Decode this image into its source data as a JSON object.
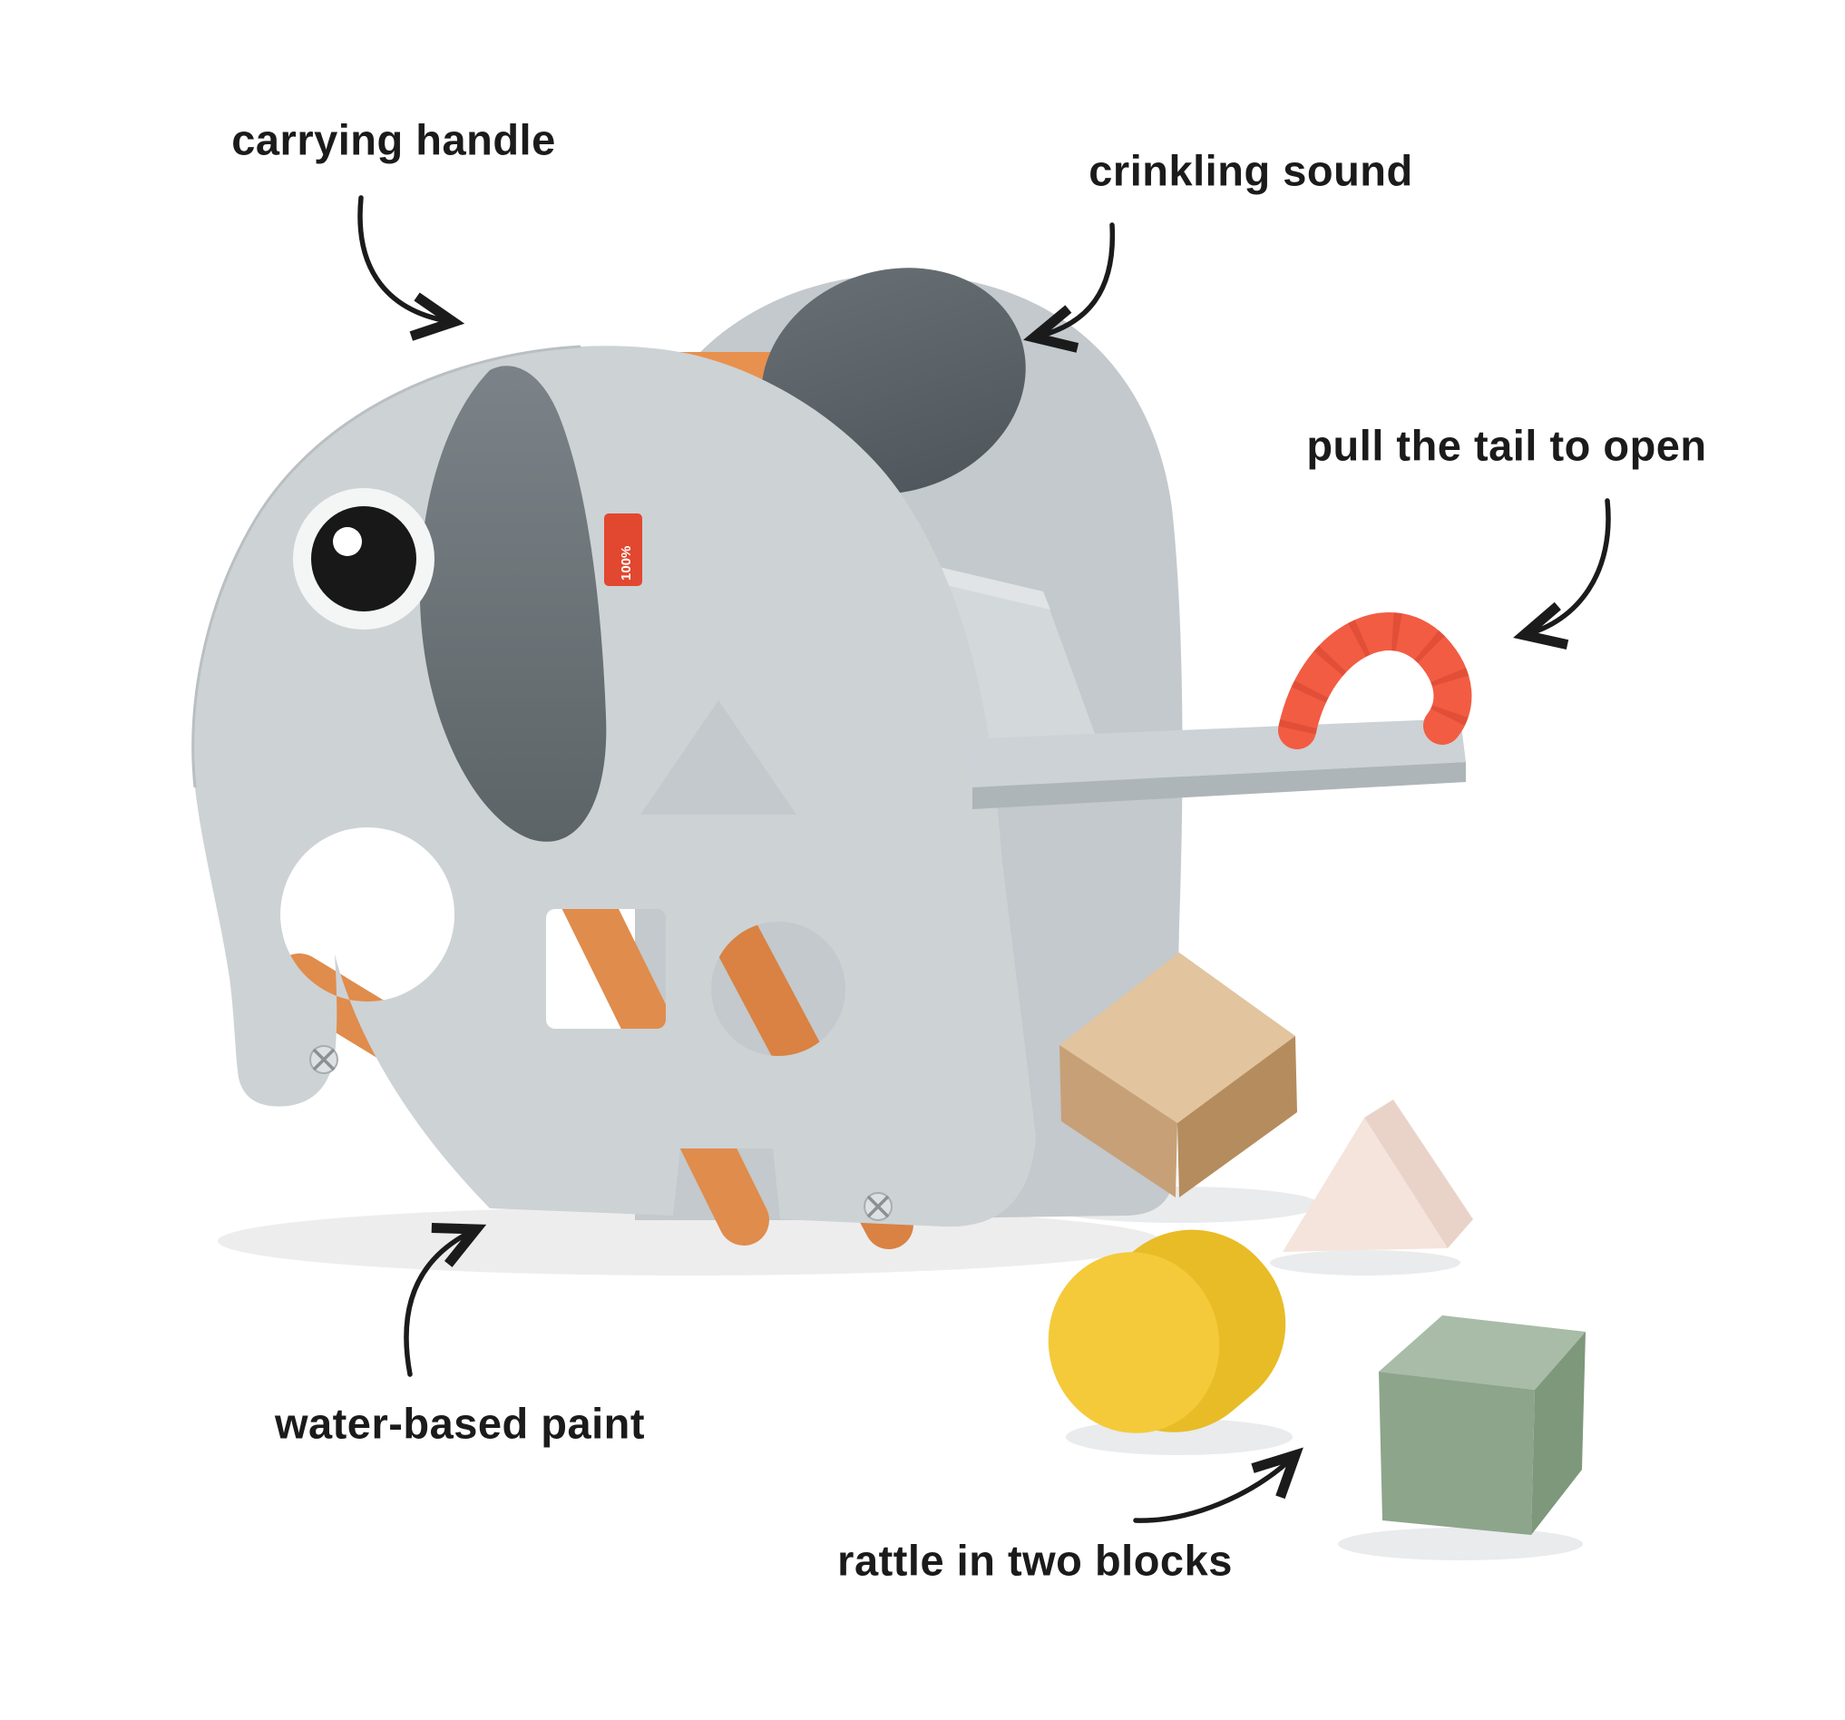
{
  "annotations": {
    "carrying_handle": "carrying handle",
    "crinkling_sound": "crinkling sound",
    "pull_tail": "pull the tail to open",
    "water_based_paint": "water-based paint",
    "rattle_blocks": "rattle in two blocks"
  },
  "toy": {
    "tag_text": "100%",
    "colors": {
      "body_gray": "#cdd2d5",
      "back_panel_gray": "#c3c9cc",
      "lid_gray": "#d3d8da",
      "tray_gray": "#ccd2d5",
      "tray_edge": "#aeb5b8",
      "ear_gray": "#6d757a",
      "ear_dark": "#596066",
      "handle_orange": "#e8914f",
      "rod_orange": "#e08c4c",
      "tail_coral": "#f25c43",
      "tag_red": "#e2472f",
      "eye_black": "#181818",
      "block_wood_top": "#e2c49e",
      "block_wood_left": "#c8a077",
      "block_wood_right": "#b58c5e",
      "block_pink": "#f5e4db",
      "block_pink_side": "#e9d3c9",
      "block_yellow": "#f4ca3a",
      "block_yellow_body": "#e8bc26",
      "block_green_front": "#8da58b",
      "block_green_top": "#a9bca7",
      "block_green_side": "#7e987c",
      "arrow_black": "#1b1b1b"
    }
  }
}
